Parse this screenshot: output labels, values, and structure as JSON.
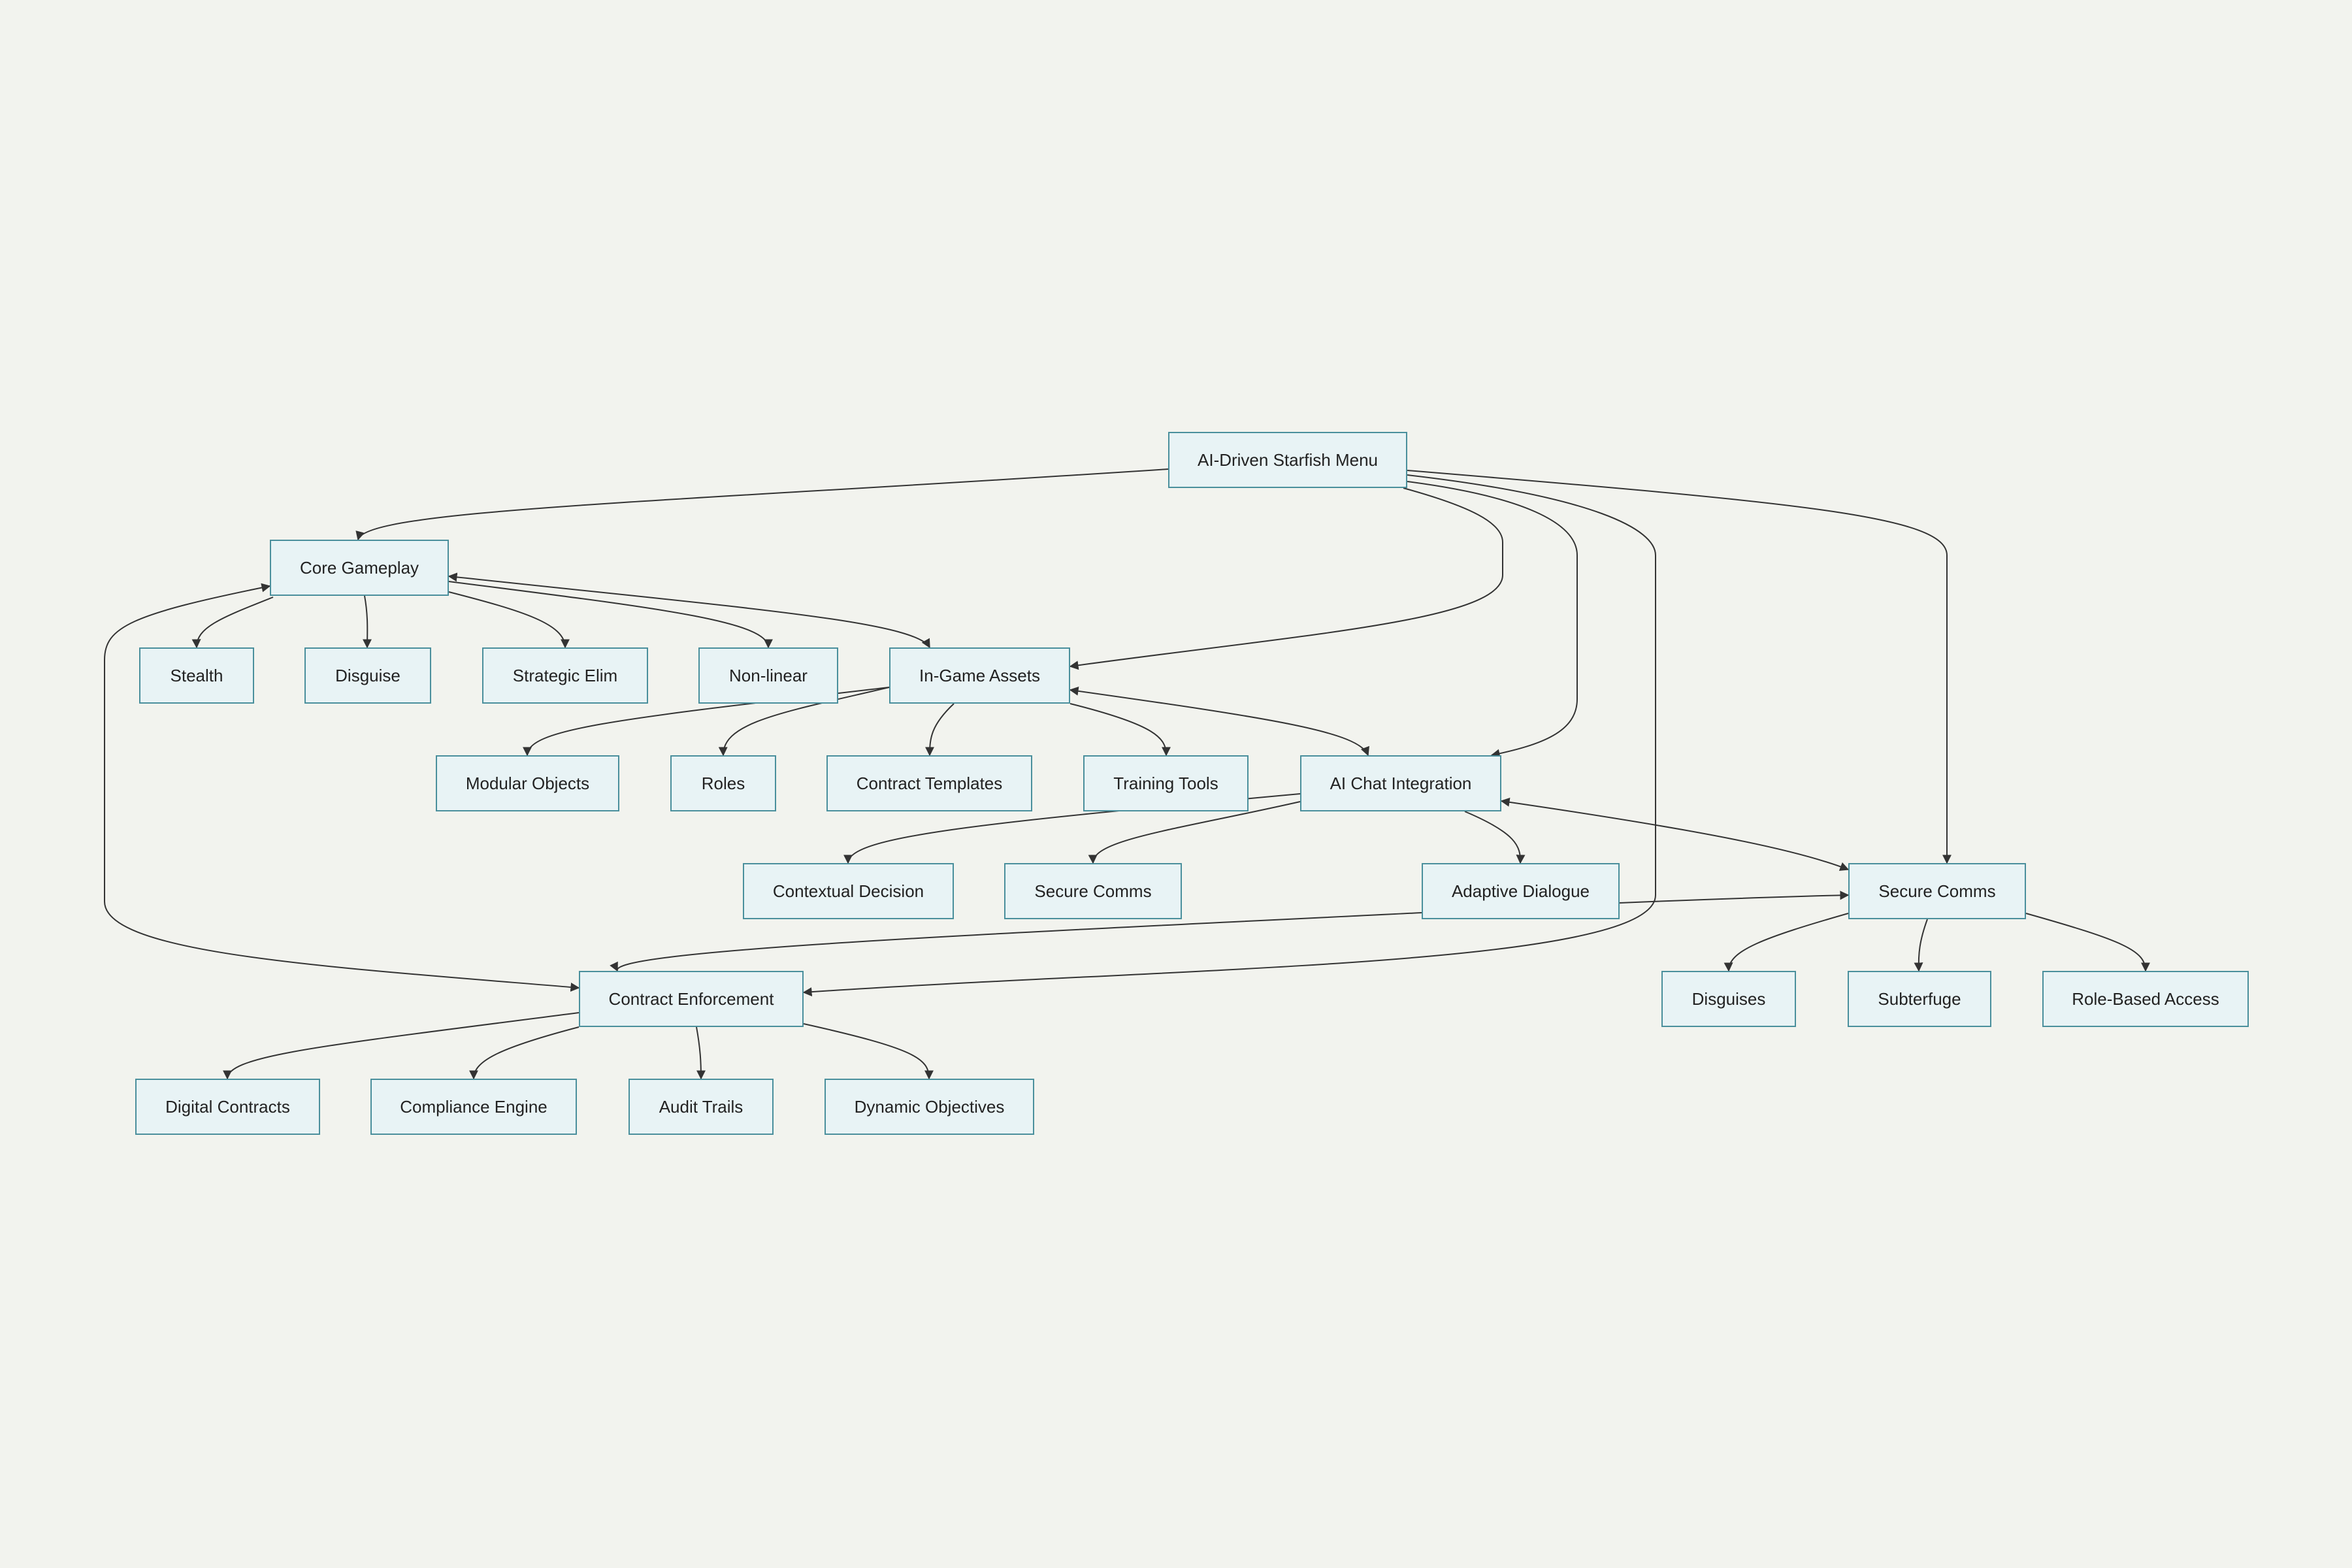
{
  "diagram": {
    "colors": {
      "background": "#f2f3ee",
      "node_fill": "#e8f3f5",
      "node_border": "#4a8f9c",
      "edge": "#333333"
    },
    "nodes": {
      "root": "AI-Driven Starfish Menu",
      "core": "Core Gameplay",
      "stealth": "Stealth",
      "disguise": "Disguise",
      "strategic": "Strategic Elim",
      "nonlinear": "Non-linear",
      "assets": "In-Game Assets",
      "modular": "Modular Objects",
      "roles": "Roles",
      "templates": "Contract Templates",
      "training": "Training Tools",
      "aichat": "AI Chat Integration",
      "contextual": "Contextual Decision",
      "securecomms1": "Secure Comms",
      "adaptive": "Adaptive Dialogue",
      "securecomms2": "Secure Comms",
      "disguises": "Disguises",
      "subterfuge": "Subterfuge",
      "rolebased": "Role-Based Access",
      "enforcement": "Contract Enforcement",
      "digital": "Digital Contracts",
      "compliance": "Compliance Engine",
      "audit": "Audit Trails",
      "dynamic": "Dynamic Objectives"
    }
  }
}
